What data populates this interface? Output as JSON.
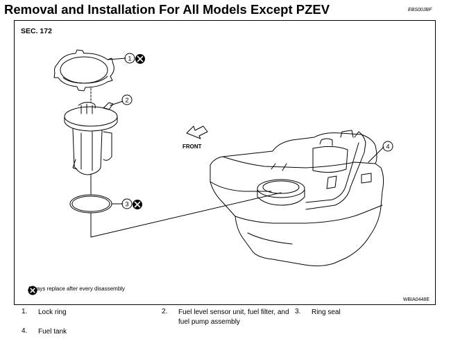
{
  "title": "Removal and Installation For All Models Except PZEV",
  "doc_code": "EBS00JBF",
  "figure": {
    "section": "SEC. 172",
    "front_label": "FRONT",
    "note": "Always replace after every disassembly",
    "figure_id": "WBIA0448E",
    "callouts": [
      "1",
      "2",
      "3",
      "4"
    ]
  },
  "legend": [
    {
      "number": "1.",
      "label": "Lock ring"
    },
    {
      "number": "2.",
      "label": "Fuel level sensor unit, fuel filter, and fuel pump assembly"
    },
    {
      "number": "3.",
      "label": "Ring seal"
    },
    {
      "number": "4.",
      "label": "Fuel tank"
    }
  ]
}
